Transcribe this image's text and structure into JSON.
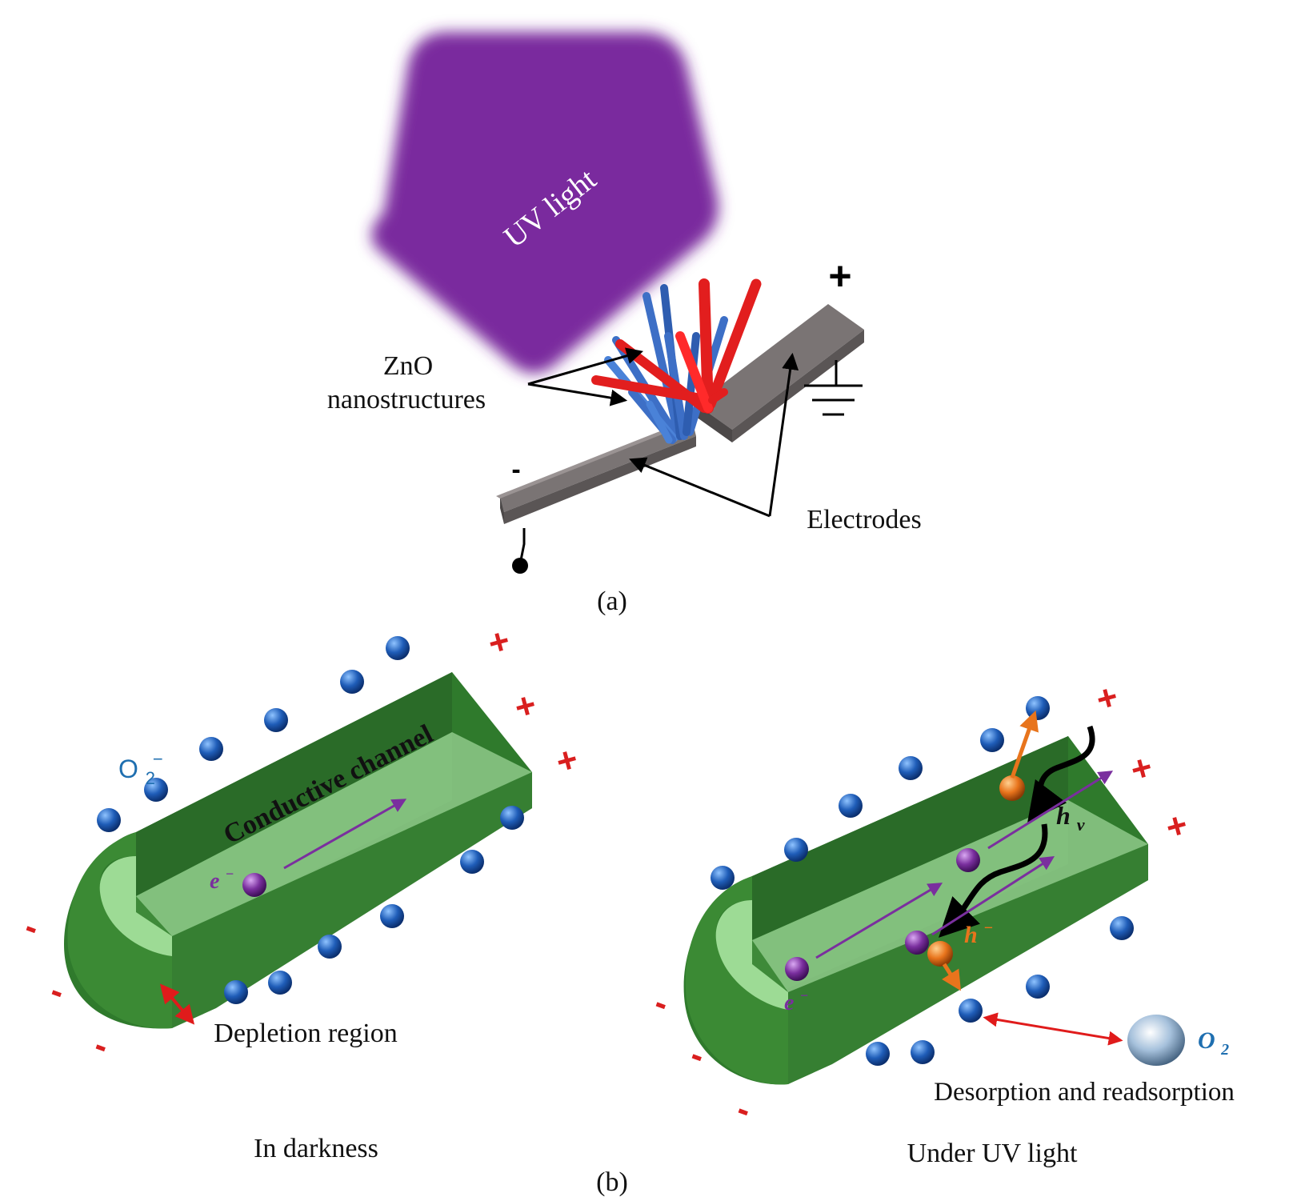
{
  "panel_a": {
    "uv_label": "UV light",
    "zno_label_line1": "ZnO",
    "zno_label_line2": "nanostructures",
    "electrodes_label": "Electrodes",
    "plus_sign": "+",
    "minus_sign": "-",
    "ground_minus": "—",
    "caption": "(a)"
  },
  "panel_b": {
    "caption": "(b)",
    "dark": {
      "title": "In darkness",
      "o2_minus_label": "O",
      "o2_minus_sub": "2",
      "o2_minus_sup": "−",
      "channel_label": "Conductive channel",
      "electron_label": "e",
      "electron_sup": "−",
      "depletion_label": "Depletion region",
      "plus": "+",
      "minus": "-"
    },
    "uv": {
      "title": "Under UV light",
      "hv_label": "h",
      "hv_sub": "v",
      "hole_label": "h",
      "hole_sup": "−",
      "electron_label": "e",
      "electron_sup": "−",
      "o2_label": "O",
      "o2_sub": "2",
      "desorption_label": "Desorption and readsorption",
      "plus": "+",
      "minus": "-"
    }
  },
  "colors": {
    "uv_purple": "#7a2a9e",
    "green_dark": "#2a6b28",
    "green_mid": "#3b8a34",
    "green_light": "#8ec98a",
    "electrode_gray": "#7a7474",
    "nanowire_blue": "#3d6fc6",
    "nanowire_red": "#e21e1e",
    "sphere_blue": "#1f5db8",
    "electron_purple": "#7a2f9e",
    "hole_orange": "#e8741c",
    "arrow_red": "#e01b1b",
    "sign_red": "#d91f1f",
    "o2_blue": "#1f6fb0"
  }
}
